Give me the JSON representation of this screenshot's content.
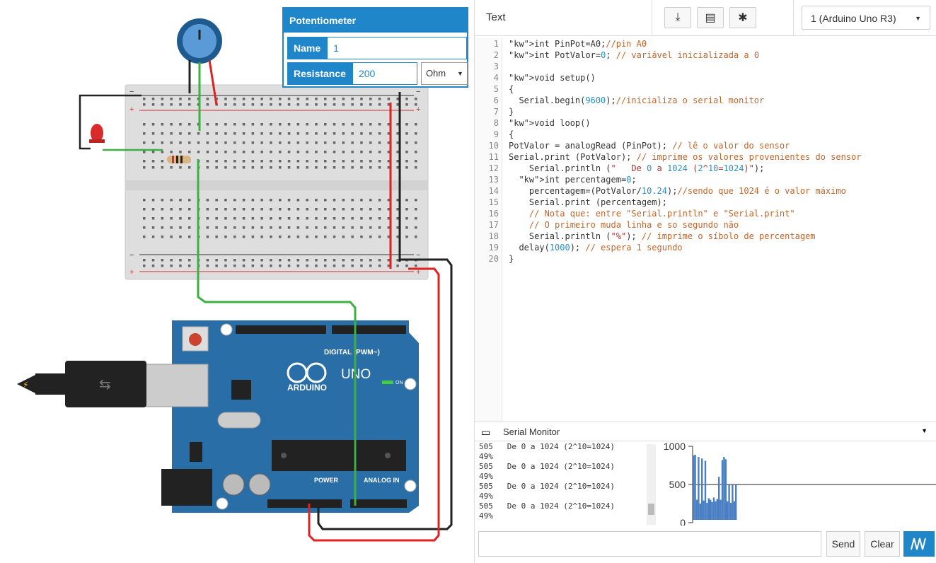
{
  "inspector": {
    "title": "Potentiometer",
    "name_label": "Name",
    "name_value": "1",
    "resistance_label": "Resistance",
    "resistance_value": "200",
    "unit": "Ohm"
  },
  "editor": {
    "mode_label": "Text",
    "device": "1 (Arduino Uno R3)",
    "icons": [
      "download-icon",
      "library-icon",
      "debug-bug-icon"
    ],
    "code_lines": [
      "int PinPot=A0;//pin A0",
      "int PotValor=0; // variável inicializada a 0",
      "",
      "void setup()",
      "{",
      "  Serial.begin(9600);//inicializa o serial monitor",
      "}",
      "void loop()",
      "{",
      "PotValor = analogRead (PinPot); // lê o valor do sensor",
      "Serial.print (PotValor); // imprime os valores provenientes do sensor",
      "    Serial.println (\"   De 0 a 1024 (2^10=1024)\");",
      "  int percentagem=0;",
      "    percentagem=(PotValor/10.24);//sendo que 1024 é o valor máximo",
      "    Serial.print (percentagem);",
      "    // Nota que: entre \"Serial.println\" e \"Serial.print\"",
      "    // O primeiro muda linha e so segundo não",
      "    Serial.println (\"%\"); // imprime o síbolo de percentagem",
      "  delay(1000); // espera 1 segundo",
      "}"
    ]
  },
  "serial": {
    "title": "Serial Monitor",
    "output": [
      "505   De 0 a 1024 (2^10=1024)",
      "49%",
      "505   De 0 a 1024 (2^10=1024)",
      "49%",
      "505   De 0 a 1024 (2^10=1024)",
      "49%",
      "505   De 0 a 1024 (2^10=1024)",
      "49%"
    ],
    "input_placeholder": "",
    "send_label": "Send",
    "clear_label": "Clear",
    "plot": {
      "y_ticks": [
        "1000",
        "500",
        "0"
      ],
      "ylim": [
        0,
        1000
      ],
      "values": [
        880,
        890,
        300,
        860,
        250,
        840,
        290,
        810,
        260,
        320,
        300,
        270,
        330,
        280,
        310,
        600,
        300,
        820,
        860,
        830,
        280,
        500,
        260,
        500,
        280,
        500
      ]
    }
  },
  "colors": {
    "accent": "#1f86c9",
    "board": "#2a6ea8"
  }
}
